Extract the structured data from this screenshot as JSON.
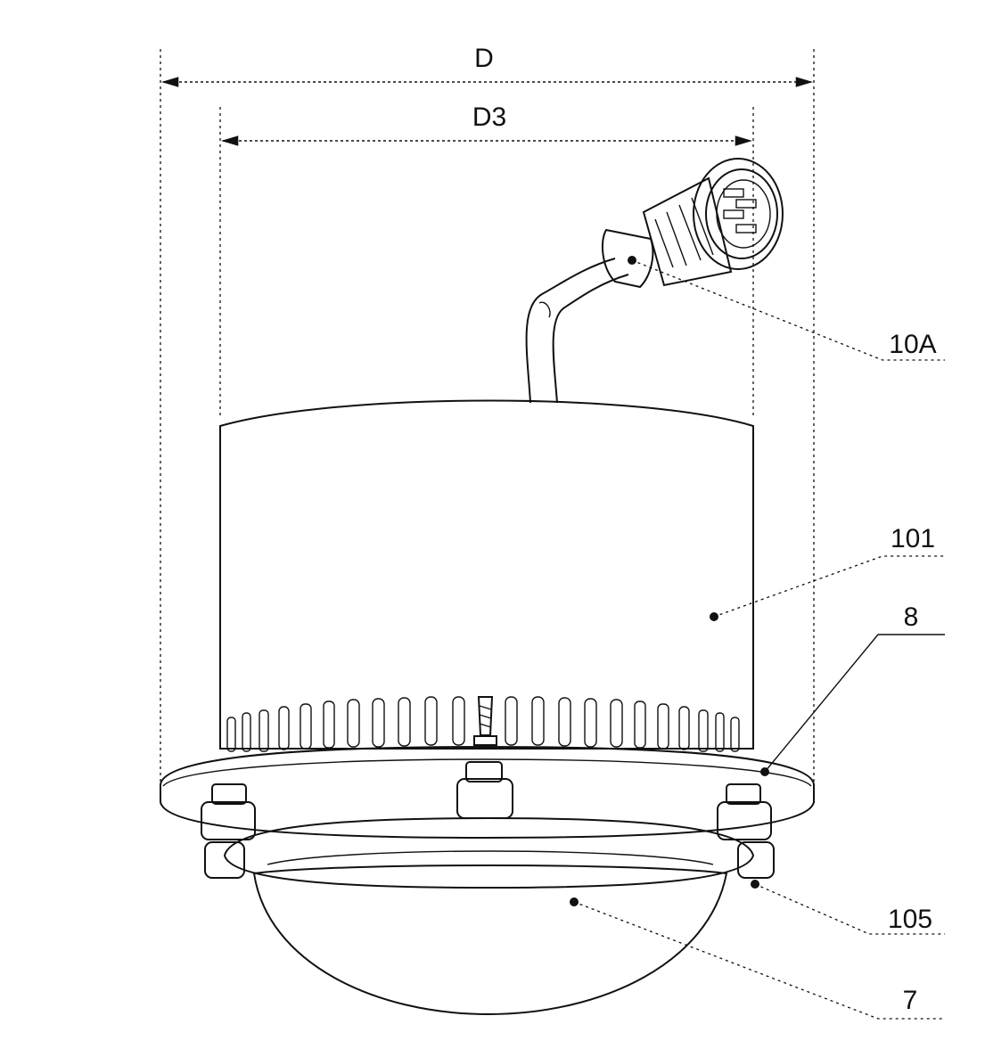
{
  "dimensions": {
    "overall": "D",
    "inner": "D3"
  },
  "labels": {
    "connector": "10A",
    "housing": "101",
    "flange": "8",
    "fastener": "105",
    "dome": "7"
  },
  "colors": {
    "line": "#111111",
    "background": "#ffffff",
    "grey": "#9a9a9a"
  }
}
